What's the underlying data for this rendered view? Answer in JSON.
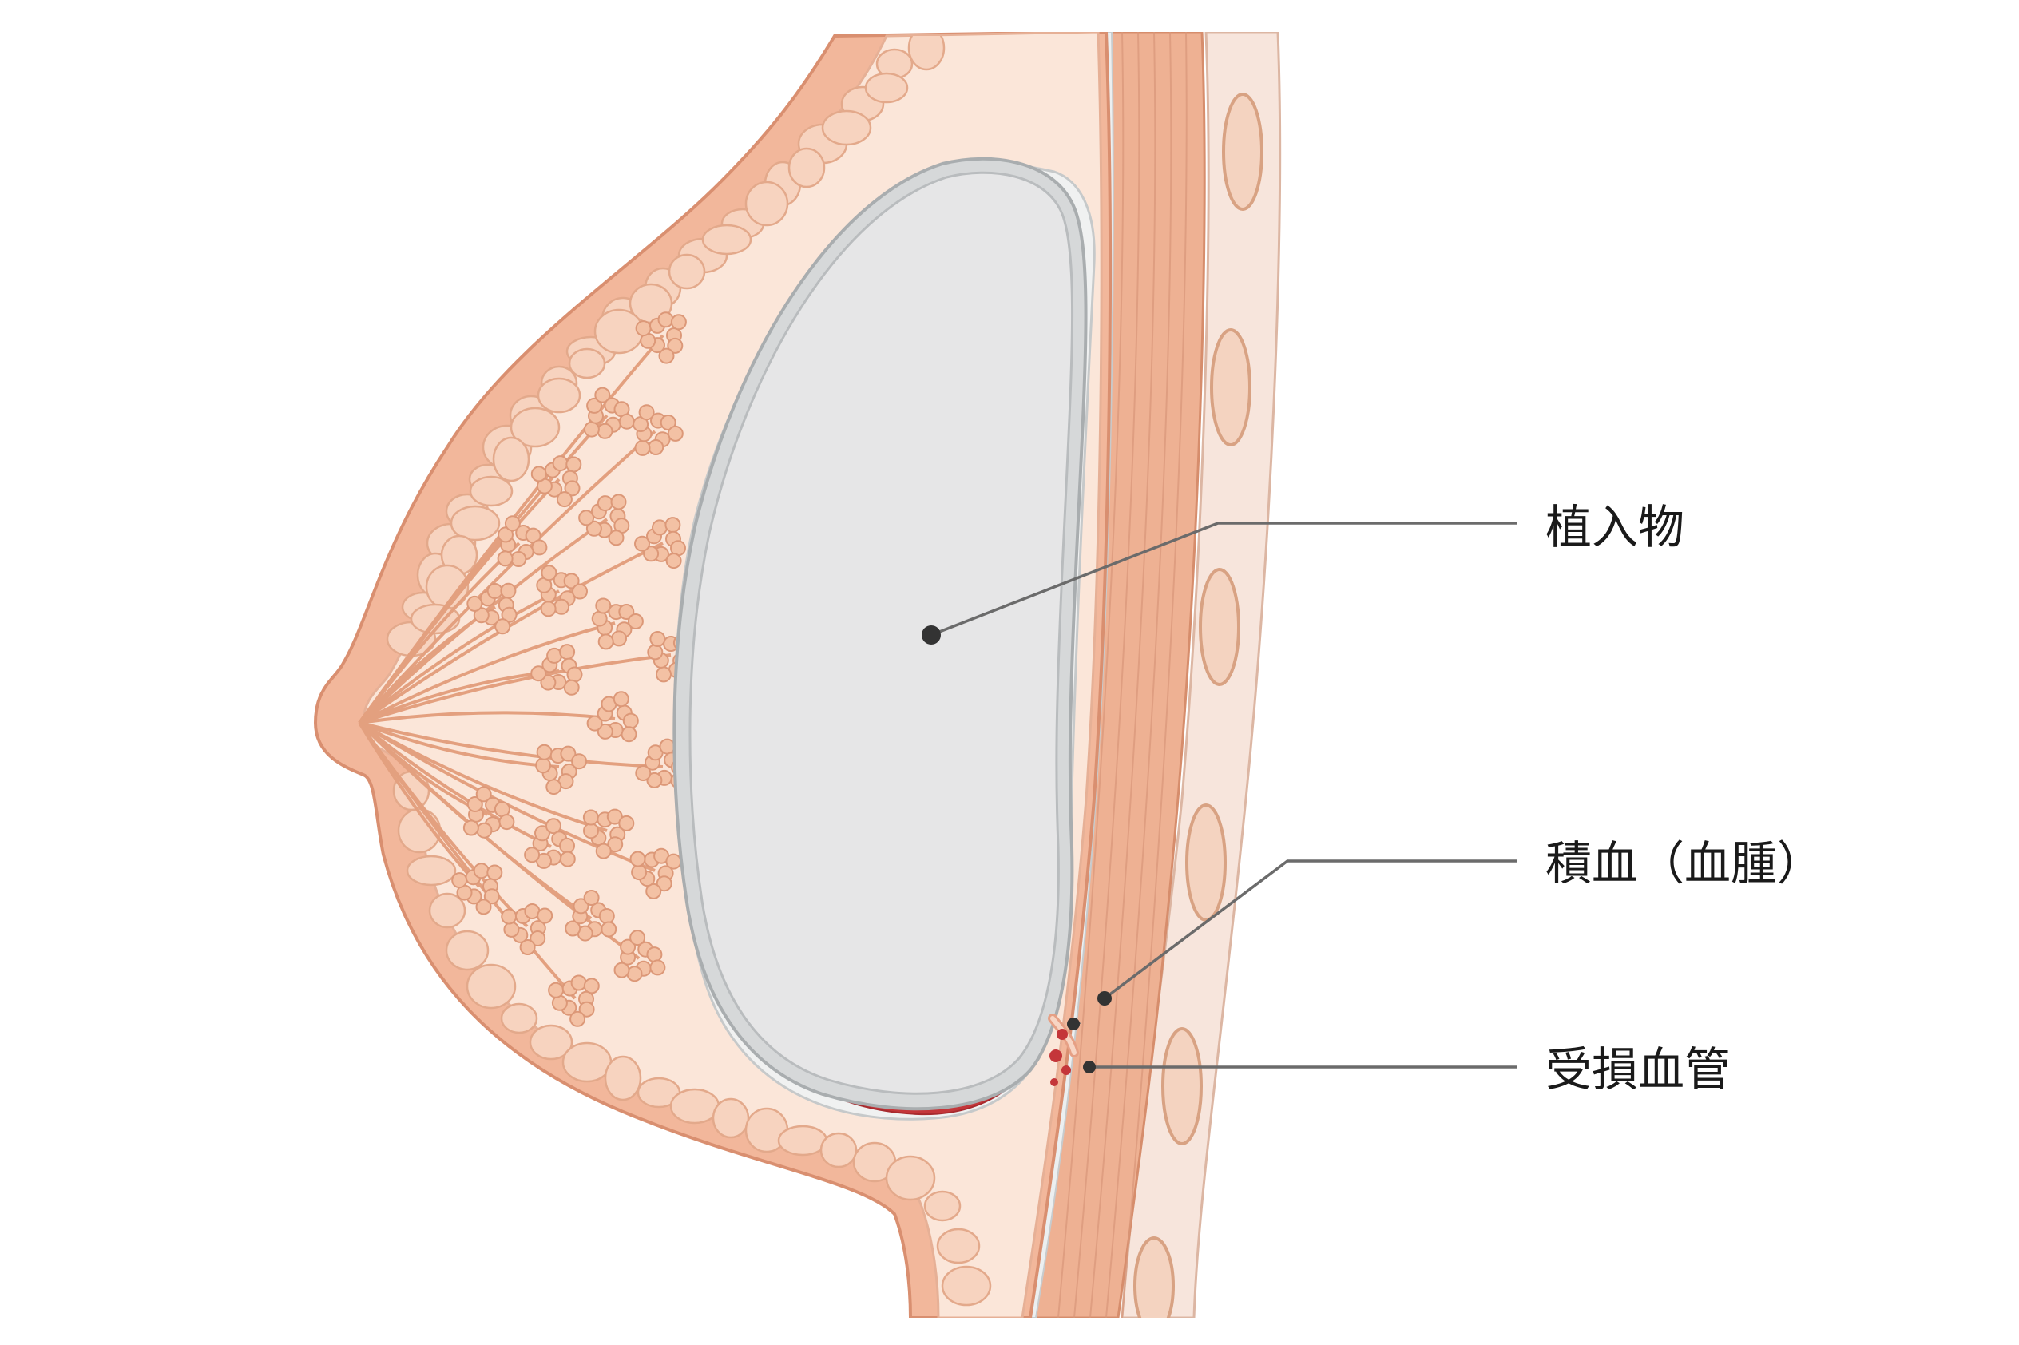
{
  "labels": {
    "implant": "植入物",
    "hematoma": "積血（血腫）",
    "damaged_vessel": "受損血管"
  },
  "colors": {
    "skin_outer": "#f2b79b",
    "skin_line": "#d98f70",
    "breast_tissue": "#fbe6d9",
    "fat_lobule": "#f7cdb5",
    "gland_lobule": "#f3c1a4",
    "implant_shell": "#c9cbcc",
    "implant_fill": "#e6e6e7",
    "hematoma": "#c4363a",
    "muscle": "#eeb193",
    "chest_wall": "#f7e5dc",
    "rib": "#f4d3c0",
    "leader_line": "#6b6b6b"
  }
}
